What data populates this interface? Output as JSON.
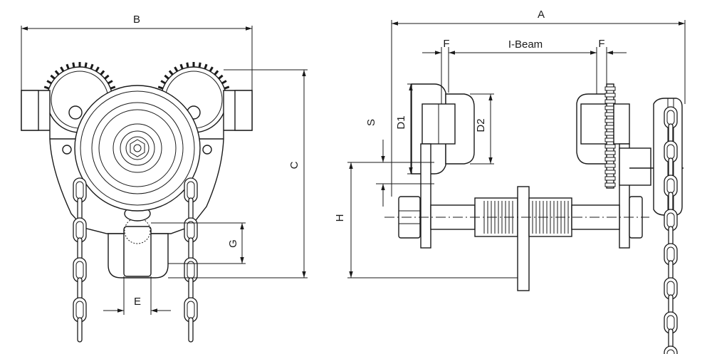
{
  "labels": {
    "A": "A",
    "B": "B",
    "C": "C",
    "D1": "D1",
    "D2": "D2",
    "E": "E",
    "F_left": "F",
    "F_right": "F",
    "G": "G",
    "H": "H",
    "S": "S",
    "ibeam": "I-Beam"
  }
}
